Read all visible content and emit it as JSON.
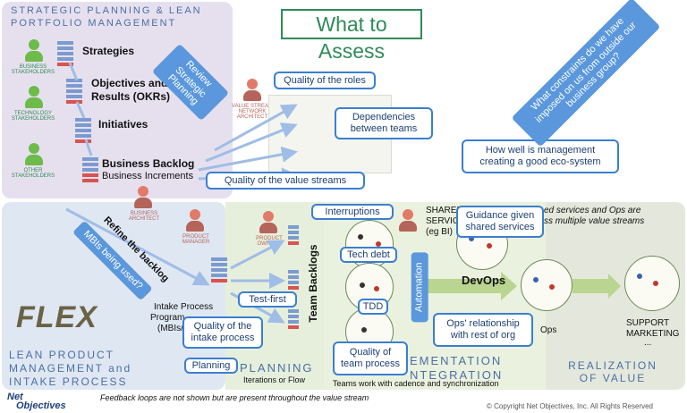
{
  "header": {
    "title": "What to Assess"
  },
  "strategic": {
    "title_line1": "STRATEGIC PLANNING & LEAN",
    "title_line2": "PORTFOLIO MANAGEMENT",
    "items": [
      {
        "label": "Strategies"
      },
      {
        "label": "Objectives and Key"
      },
      {
        "label": "Results (OKRs)"
      },
      {
        "label": "Initiatives"
      },
      {
        "label": "Business Backlog"
      }
    ],
    "backlog_sub": "Business Increments",
    "stakeholders": [
      "BUSINESS STAKEHOLDERS",
      "TECHNOLOGY STAKEHOLDERS",
      "OTHER STAKEHOLDERS"
    ]
  },
  "vs_architect": "VALUE STREAM NETWORK ARCHITECT",
  "roles": {
    "business_architect": "BUSINESS ARCHITECT",
    "product_manager": "PRODUCT MANAGER",
    "product_owners": "PRODUCT OWNERS"
  },
  "callouts": {
    "quality_roles": "Quality of the roles",
    "dependencies": "Dependencies between teams",
    "quality_value_streams": "Quality of the value streams",
    "management": "How well is management creating a good eco-system",
    "interruptions": "Interruptions",
    "guidance": "Guidance given shared services",
    "tech_debt": "Tech debt",
    "tdd": "TDD",
    "test_first": "Test-first",
    "quality_intake": "Quality of the intake process",
    "planning": "Planning",
    "quality_team": "Quality of team process",
    "ops_relationship": "Ops' relationship with rest of org"
  },
  "rotated": {
    "constraints": "What constraints do we have imposed on us from outside our business group?",
    "review": "Review Strategic Planning",
    "refine": "Refine the backlog",
    "mbis": "MBIs being used?",
    "automation": "Automation"
  },
  "flex": {
    "logo": "FLEX",
    "lean_line1": "LEAN PRODUCT",
    "lean_line2": "MANAGEMENT and",
    "lean_line3": "INTAKE PROCESS",
    "intake_line1": "Intake Process",
    "intake_line2": "Program",
    "intake_line3": "(MBIs/"
  },
  "planning": {
    "title": "PLANNING",
    "sub": "Iterations or Flow",
    "team_backlogs": "Team Backlogs"
  },
  "implementation": {
    "title_line1": "EMENTATION",
    "title_line2": "NTEGRATION",
    "cadence": "Teams work with cadence and synchronization"
  },
  "shared": {
    "label_line1": "SHARED",
    "label_line2": "SERVICES",
    "label_line3": "(eg BI)",
    "note_line1": "ed services and Ops are",
    "note_line2": "ss multiple value streams"
  },
  "devops": "DevOps",
  "ops": "Ops",
  "realization": {
    "title_line1": "REALIZATION",
    "title_line2": "OF VALUE",
    "support": "SUPPORT",
    "marketing": "MARKETING",
    "ellipsis": "..."
  },
  "footer": {
    "logo_line1": "Net",
    "logo_line2": "Objectives",
    "feedback": "Feedback loops are not shown but are present throughout the value stream",
    "copyright": "© Copyright Net Objectives, Inc. All Rights Reserved"
  },
  "colors": {
    "strategic_bg": "#e6e0ee",
    "flex_bg": "#dfe7f2",
    "planning_bg": "#e6efdc",
    "impl_bg": "#eaf1de",
    "realization_bg": "#e4e8dc",
    "callout_border": "#3a7fd0",
    "title_green": "#2e8b57",
    "arrow_blue": "#9fbde6",
    "arrow_green": "#b9d58f"
  }
}
